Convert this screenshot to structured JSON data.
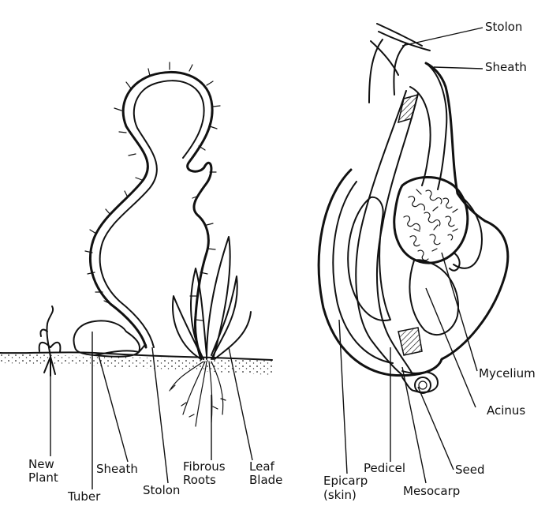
{
  "left_labels": {
    "new_plant_line1": "New",
    "new_plant_line2": "Plant",
    "tuber": "Tuber",
    "sheath": "Sheath",
    "stolon": "Stolon",
    "fibrous_line1": "Fibrous",
    "fibrous_line2": "Roots",
    "leaf_line1": "Leaf",
    "leaf_line2": "Blade"
  },
  "right_labels": {
    "stolon": "Stolon",
    "sheath": "Sheath",
    "mycelium": "Mycelium",
    "acinus": "Acinus",
    "seed": "Seed",
    "pedicel": "Pedicel",
    "mesocarp": "Mesocarp",
    "epicarp_line1": "Epicarp",
    "epicarp_line2": "(skin)"
  }
}
